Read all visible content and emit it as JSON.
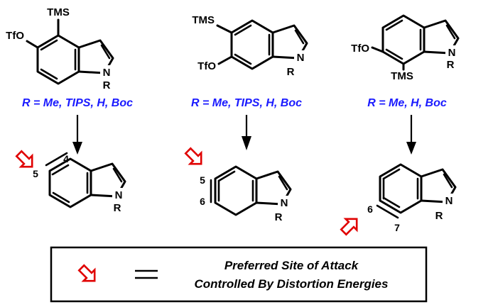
{
  "substituents": {
    "tms": "TMS",
    "otf": "TfO",
    "nh_n": "N",
    "r": "R",
    "h": "H"
  },
  "r_groups": "R = Me, TIPS, H, Boc",
  "r_groups_short": "R = Me, H, Boc",
  "positions": {
    "p4": "4",
    "p5": "5",
    "p6": "6",
    "p7": "7"
  },
  "legend": {
    "equals": "=",
    "line1": "Preferred Site of Attack",
    "line2": "Controlled By Distortion Energies"
  },
  "colors": {
    "r_text": "#1a1aff",
    "attack_arrow": "#e00000",
    "ink": "#000000"
  },
  "icons": {
    "attack": "open-red-block-arrow-icon",
    "reaction": "down-arrow-icon"
  }
}
